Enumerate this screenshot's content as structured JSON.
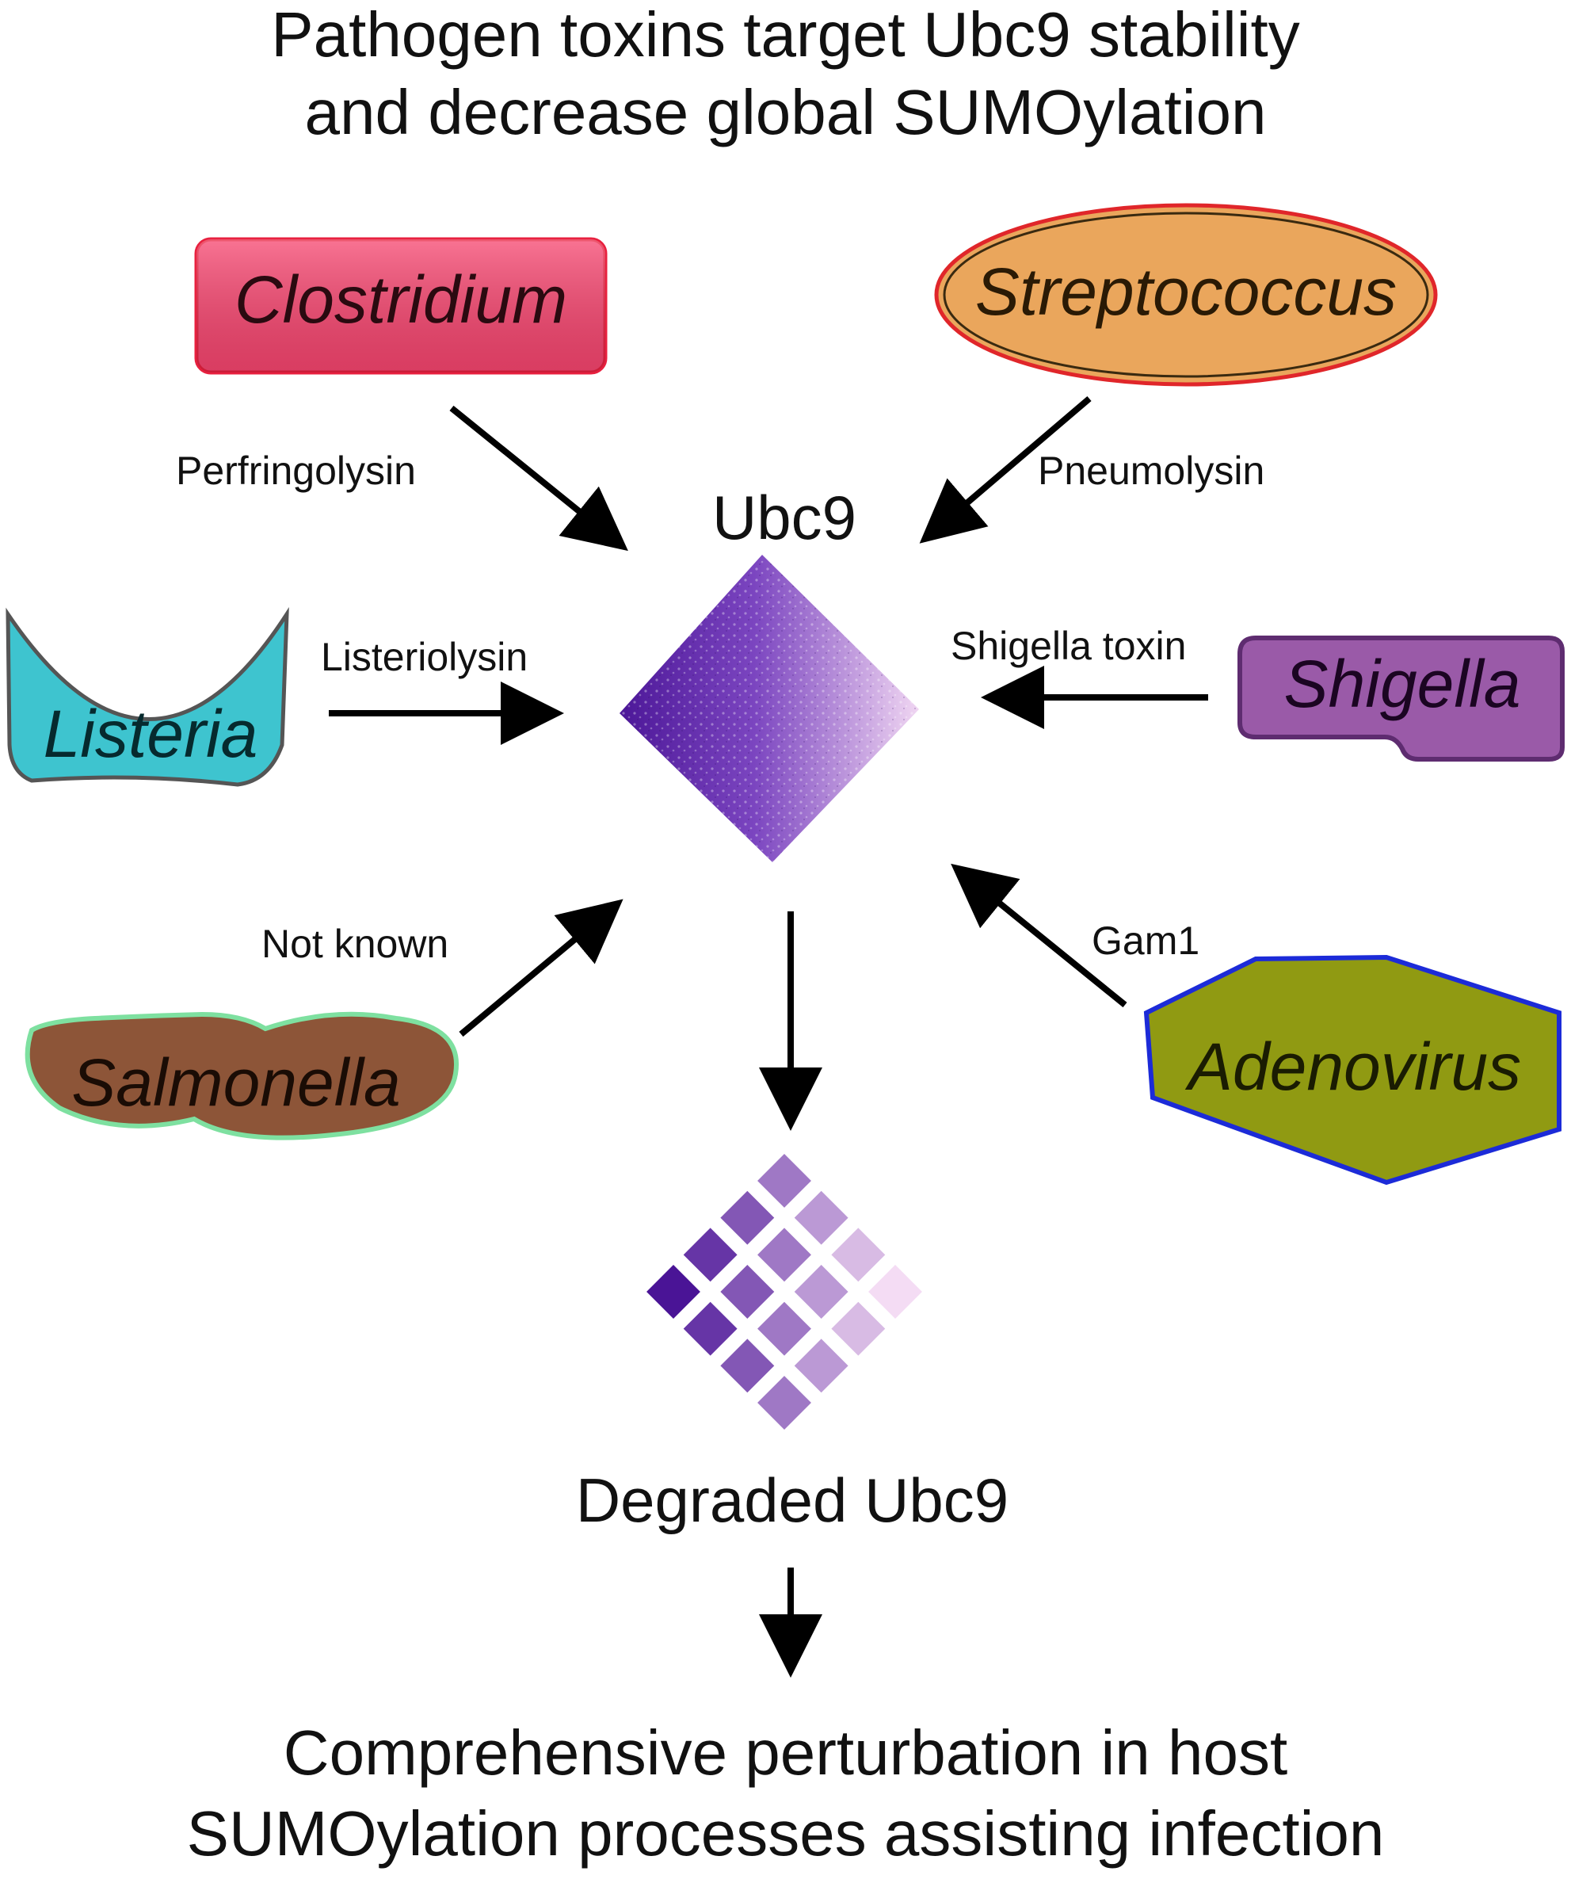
{
  "title": {
    "line1": "Pathogen toxins target Ubc9 stability",
    "line2": "and decrease global SUMOylation"
  },
  "center": {
    "protein": "Ubc9",
    "degraded": "Degraded Ubc9"
  },
  "outcome": {
    "line1": "Comprehensive perturbation in host",
    "line2": "SUMOylation processes assisting infection"
  },
  "pathogens": [
    {
      "id": "clostridium",
      "name": "Clostridium",
      "toxin": "Perfringolysin",
      "color": "#f7456f",
      "border": "#e8203f"
    },
    {
      "id": "streptococcus",
      "name": "Streptococcus",
      "toxin": "Pneumolysin",
      "color": "#eaa65c",
      "border": "#e0262a"
    },
    {
      "id": "listeria",
      "name": "Listeria",
      "toxin": "Listeriolysin",
      "color": "#3ec4cf",
      "border": "#555555"
    },
    {
      "id": "shigella",
      "name": "Shigella",
      "toxin": "Shigella toxin",
      "color": "#9a5aa8",
      "border": "#5e2c70"
    },
    {
      "id": "salmonella",
      "name": "Salmonella",
      "toxin": "Not known",
      "color": "#8d5538",
      "border": "#7ee0a0"
    },
    {
      "id": "adenovirus",
      "name": "Adenovirus",
      "toxin": "Gam1",
      "color": "#909a12",
      "border": "#1c2bd8"
    }
  ],
  "colors": {
    "ubc9_dark": "#5a1ea8",
    "ubc9_light": "#e6c8ee",
    "arrow": "#000000"
  }
}
